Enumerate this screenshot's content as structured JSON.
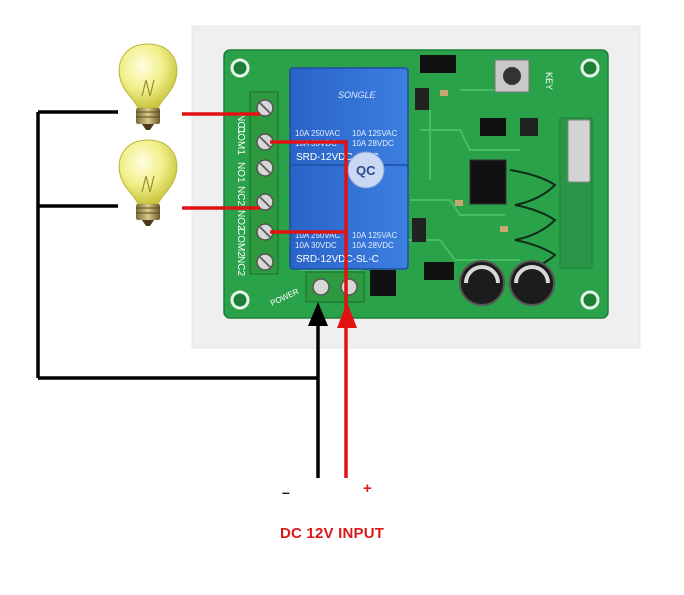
{
  "board": {
    "relay_brand": "SONGLE",
    "relay_model": "SRD-12VDC-SL-C",
    "relay_ratings": [
      "10A 250VAC",
      "10A 125VAC",
      "10A 30VDC",
      "10A 28VDC"
    ],
    "terminal_labels": [
      "NC1",
      "COM1",
      "NO1",
      "NC2",
      "NO2",
      "COM2",
      "NC2"
    ],
    "power_label": "POWER",
    "key_label": "KEY",
    "qc_mark": "QC"
  },
  "wiring": {
    "negative_label": "–",
    "positive_label": "+",
    "input_label": "DC 12V INPUT"
  },
  "colors": {
    "board_green": "#2aa24a",
    "relay_blue": "#2f6fd6",
    "wire_red": "#e01212",
    "wire_black": "#000000",
    "bulb_yellow": "#f2f08a"
  }
}
